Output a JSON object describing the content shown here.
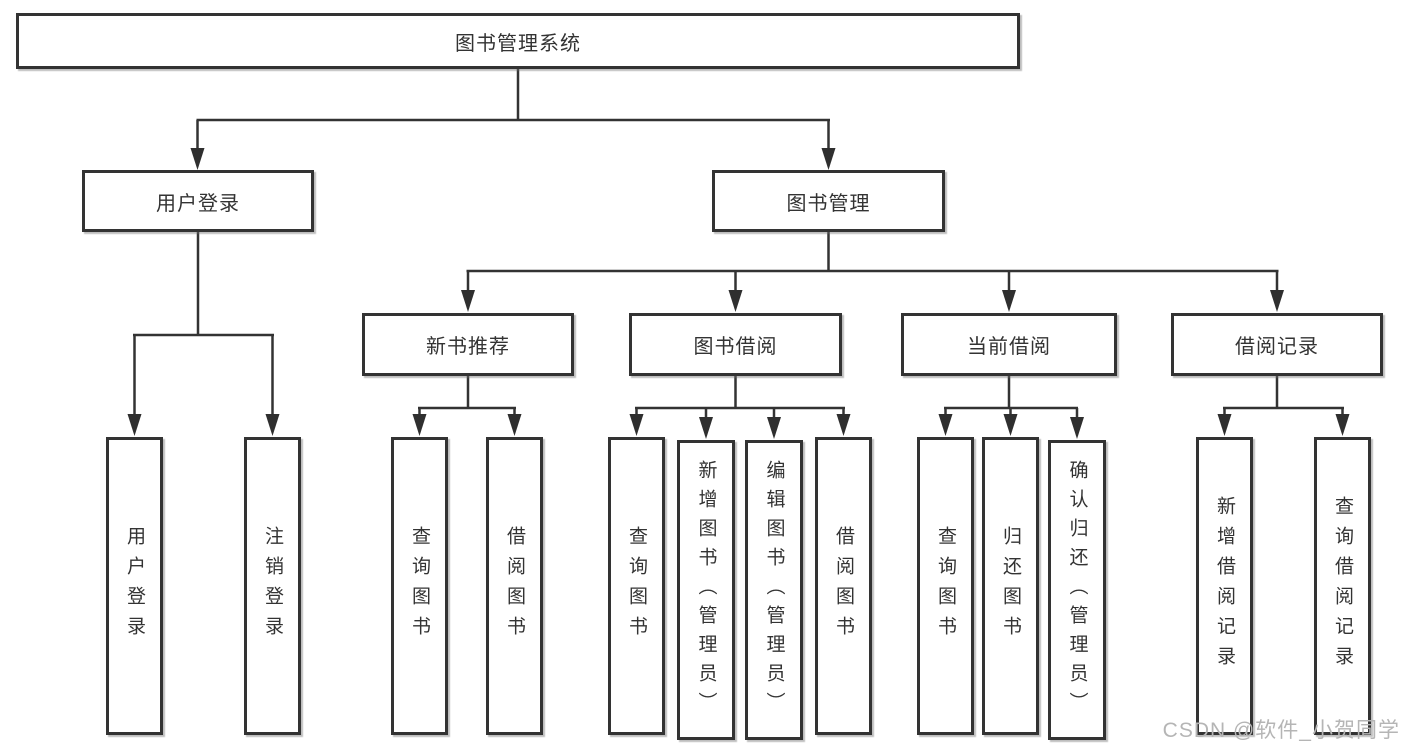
{
  "colors": {
    "border": "#333333",
    "text": "#333333",
    "line": "#333333",
    "background": "#ffffff",
    "watermark": "#b5b5b5"
  },
  "diagram": {
    "root": {
      "label": "图书管理系统"
    },
    "branches": [
      {
        "label": "用户登录",
        "children": [
          {
            "label": "用户登录"
          },
          {
            "label": "注销登录"
          }
        ]
      },
      {
        "label": "图书管理",
        "children": [
          {
            "label": "新书推荐",
            "children": [
              {
                "label": "查询图书"
              },
              {
                "label": "借阅图书"
              }
            ]
          },
          {
            "label": "图书借阅",
            "children": [
              {
                "label": "查询图书"
              },
              {
                "label": "新增图书（管理员）"
              },
              {
                "label": "编辑图书（管理员）"
              },
              {
                "label": "借阅图书"
              }
            ]
          },
          {
            "label": "当前借阅",
            "children": [
              {
                "label": "查询图书"
              },
              {
                "label": "归还图书"
              },
              {
                "label": "确认归还（管理员）"
              }
            ]
          },
          {
            "label": "借阅记录",
            "children": [
              {
                "label": "新增借阅记录"
              },
              {
                "label": "查询借阅记录"
              }
            ]
          }
        ]
      }
    ],
    "watermark": "CSDN @软件_小贺同学"
  }
}
